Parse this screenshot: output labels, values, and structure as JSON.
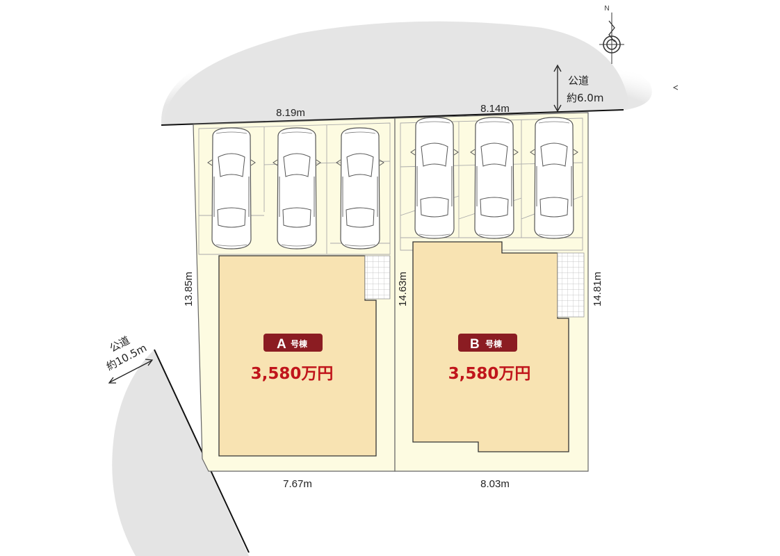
{
  "roads": {
    "north": {
      "line1": "公道",
      "line2": "約6.0m"
    },
    "west": {
      "line1": "公道",
      "line2": "約10.5m"
    }
  },
  "dimensions": {
    "a_top": "8.19m",
    "b_top": "8.14m",
    "a_bottom": "7.67m",
    "b_bottom": "8.03m",
    "a_left": "13.85m",
    "b_left": "14.63m",
    "b_right": "14.81m"
  },
  "lots": [
    {
      "letter": "A",
      "suffix": "号棟",
      "price": "3,580万円"
    },
    {
      "letter": "B",
      "suffix": "号棟",
      "price": "3,580万円"
    }
  ],
  "compass": {
    "label": "N"
  },
  "colors": {
    "lot_fill": "#fdfbe1",
    "house_fill": "#f8e3b2",
    "road_shade": "#e4e4e4",
    "tag_bg": "#8b1c22",
    "price": "#c0151b"
  },
  "icons": [
    "compass-icon",
    "car-icon"
  ]
}
